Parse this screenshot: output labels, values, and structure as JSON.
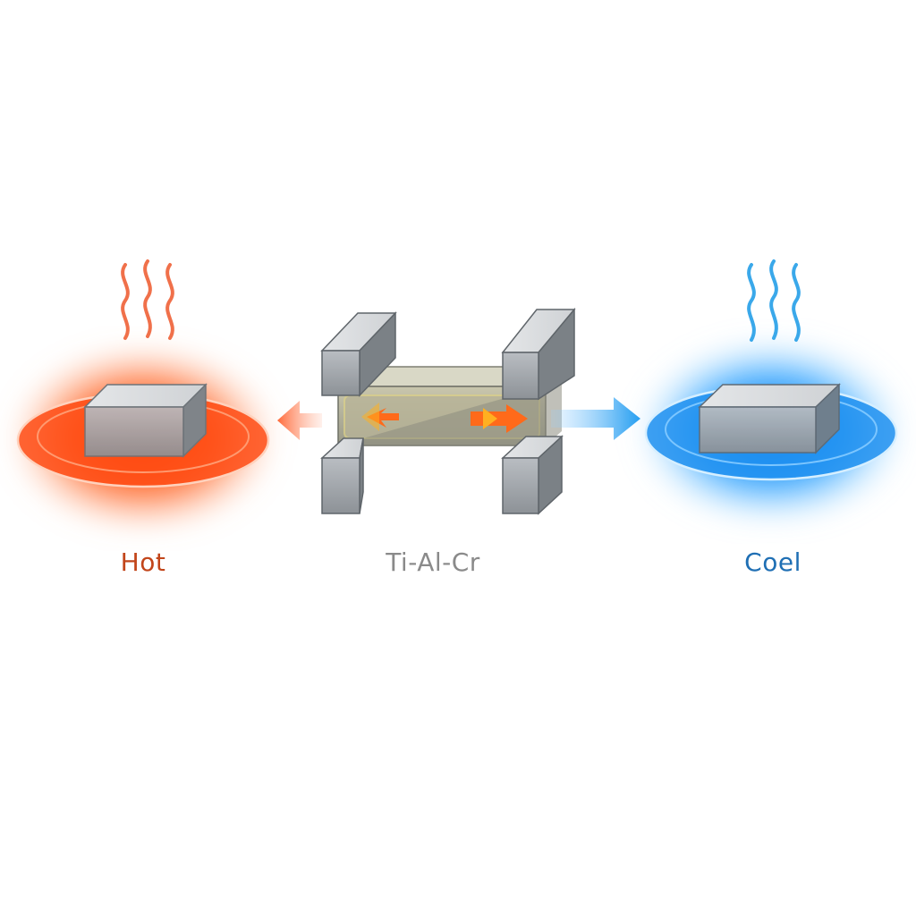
{
  "labels": {
    "hot": "Hot",
    "alloy": "Ti-Al-Cr",
    "cold": "Coel"
  },
  "colors": {
    "hot": "#ff5a1f",
    "hot_text": "#c2451a",
    "cold": "#1e9bf0",
    "cold_text": "#1f6fb4",
    "alloy_text": "#8a8a8a",
    "block": "#9ea3a8",
    "flow_arrow": "#ff7a1a"
  },
  "icons": {
    "hot_heat": "heat-waves-icon",
    "cold_heat": "cool-waves-icon"
  }
}
